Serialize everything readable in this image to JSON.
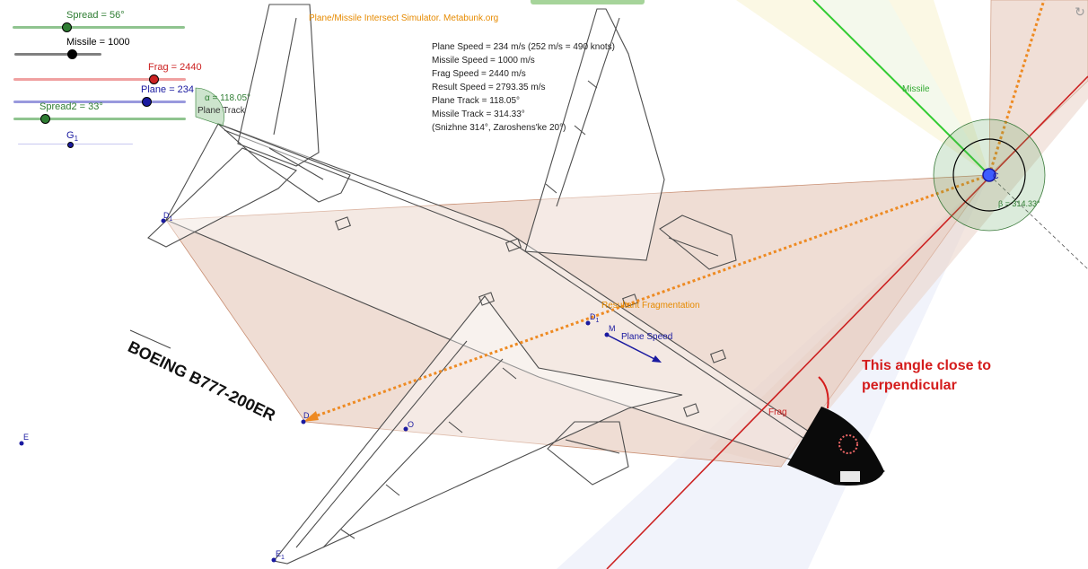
{
  "app": {
    "title": "Plane/Missile Intersect Simulator. Metabunk.org"
  },
  "sliders": [
    {
      "id": "spread",
      "label": "Spread = 56°",
      "color": "#2e7d32",
      "track": "#8fc48f",
      "value_fraction": 0.31
    },
    {
      "id": "missile",
      "label": "Missile = 1000",
      "color": "#000000",
      "track": "#808080",
      "value_fraction": 0.66
    },
    {
      "id": "frag",
      "label": "Frag = 2440",
      "color": "#cc2222",
      "track": "#f0a0a0",
      "value_fraction": 0.81
    },
    {
      "id": "plane",
      "label": "Plane = 234",
      "color": "#1a1aa0",
      "track": "#9999dd",
      "value_fraction": 0.77
    },
    {
      "id": "spread2",
      "label": "Spread2 = 33°",
      "color": "#2e7d32",
      "track": "#8fc48f",
      "value_fraction": 0.18
    },
    {
      "id": "g1",
      "label": "G",
      "sub": "1",
      "color": "#1a1aa0",
      "track": "#c8c8f0",
      "value_fraction": 0.47
    }
  ],
  "info": {
    "plane_speed": "Plane Speed = 234 m/s (252 m/s = 490 knots)",
    "missile_speed": "Missile Speed = 1000 m/s",
    "frag_speed": "Frag Speed = 2440 m/s",
    "result_speed": "Result Speed = 2793.35 m/s",
    "plane_track": "Plane Track = 118.05°",
    "missile_track": "Missile Track = 314.33°",
    "reference": "(Snizhne 314°, Zaroshens'ke 20°)"
  },
  "labels": {
    "alpha": "α = 118.05°",
    "plane_track": "Plane Track",
    "missile": "Missile",
    "beta": "β = 314.33°",
    "resultant": "Resultant Fragmentation",
    "plane_speed": "Plane Speed",
    "frag": "Frag",
    "point_c": "C",
    "point_d": "D",
    "point_d1": "D",
    "point_d1_sub": "1",
    "point_d1b": "D",
    "point_d1b_sub": "1",
    "point_m": "M",
    "point_o": "O",
    "point_e": "E",
    "point_e1": "E",
    "point_e1_sub": "1",
    "aircraft_name": "BOEING B777-200ER"
  },
  "annotation": {
    "line1": "This angle close to",
    "line2": "perpendicular"
  },
  "colors": {
    "title_orange": "#e68a00",
    "missile_green": "#33cc33",
    "frag_red": "#cc2222",
    "plane_blue": "#1a1aa0",
    "fragment_fill": "#e9d2c6",
    "annotation_red": "#d41c1c"
  },
  "icons": {
    "reset": "refresh-icon"
  }
}
